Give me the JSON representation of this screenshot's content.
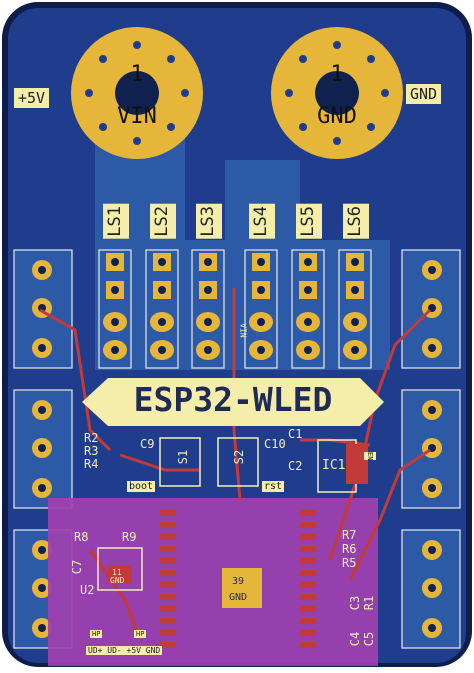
{
  "power_pads": [
    {
      "number": "1",
      "name": "VIN",
      "side_label": "+5V"
    },
    {
      "number": "1",
      "name": "GND",
      "side_label": "GND"
    }
  ],
  "led_headers": [
    "LS1",
    "LS2",
    "LS3",
    "LS4",
    "LS5",
    "LS6"
  ],
  "board_title": "ESP32-WLED",
  "trace_label": "VIN",
  "switches": [
    "S1",
    "S2"
  ],
  "button_labels": {
    "boot": "boot",
    "rst": "rst"
  },
  "components_left": [
    "R2",
    "R3",
    "R4",
    "C9"
  ],
  "components_mid": [
    "C10",
    "C1",
    "C2",
    "IC1"
  ],
  "components_bottom_left": [
    "R8",
    "R9",
    "C7",
    "U2"
  ],
  "components_bottom_right": [
    "R7",
    "R6",
    "R5",
    "C3",
    "R1",
    "C4",
    "C5"
  ],
  "module_pin": {
    "number": "39",
    "name": "GND"
  },
  "u2_pad": {
    "number": "11",
    "name": "GND"
  },
  "usb_label": "UD+ UD- +5V GND",
  "small_tags": [
    "HP",
    "HP",
    "EN"
  ],
  "colors": {
    "board": "#1f3d8c",
    "copper_fill": "#2d5aa6",
    "pad": "#e6b63b",
    "silk": "#f3eec0",
    "trace": "#c23a3a",
    "module": "#a040b0"
  }
}
